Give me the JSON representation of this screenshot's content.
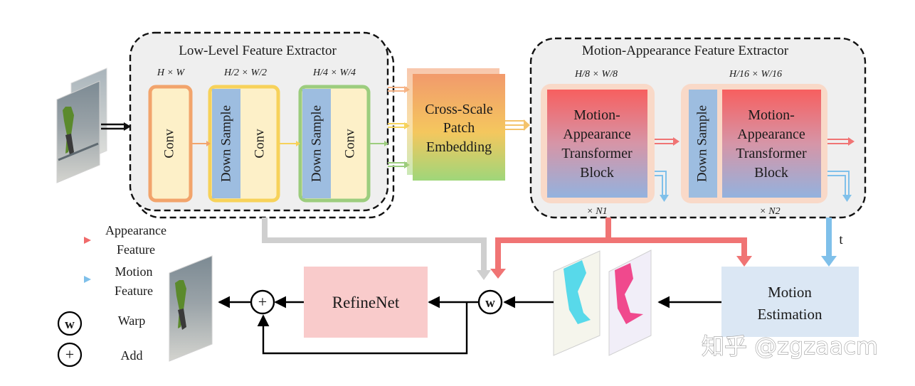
{
  "low_level": {
    "title": "Low-Level Feature Extractor",
    "dim_hw": "H × W",
    "dim_half": "H/2 × W/2",
    "dim_quarter": "H/4 × W/4",
    "conv": "Conv",
    "down_sample": "Down Sample"
  },
  "patch_embedding": {
    "line1": "Cross-Scale",
    "line2": "Patch",
    "line3": "Embedding"
  },
  "motion_appearance": {
    "title": "Motion-Appearance Feature Extractor",
    "dim_eighth": "H/8 × W/8",
    "dim_sixteenth": "H/16 × W/16",
    "block_line1": "Motion-",
    "block_line2": "Appearance",
    "block_line3": "Transformer",
    "block_line4": "Block",
    "down_sample": "Down Sample",
    "repeat_n1": "× N1",
    "repeat_n2": "× N2"
  },
  "t_label": "t",
  "refine": "RefineNet",
  "motion_estimation": {
    "line1": "Motion",
    "line2": "Estimation"
  },
  "warp_symbol": "w",
  "add_symbol": "+",
  "legend": {
    "appearance_line1": "Appearance",
    "appearance_line2": "Feature",
    "motion_line1": "Motion",
    "motion_line2": "Feature",
    "warp": "Warp",
    "add": "Add"
  },
  "watermark": "知乎 @zgzaacm",
  "colors": {
    "appearance_arrow": "#f07474",
    "motion_arrow": "#7fc0ea",
    "conv_fill": "#fdf0c8",
    "conv_border_orange": "#f2a46c",
    "conv_border_yellow": "#f7d25a",
    "conv_border_green": "#9ccd7e",
    "down_sample_fill": "#9dbde0",
    "refine_fill": "#f9cbcb",
    "estimation_fill": "#dbe7f4",
    "panel_fill": "#efefef"
  }
}
